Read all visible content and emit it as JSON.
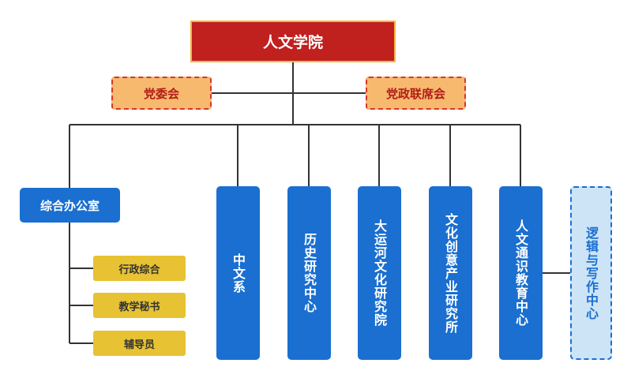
{
  "org": {
    "root": "人文学院",
    "councils": [
      "党委会",
      "党政联席会"
    ],
    "office": {
      "label": "综合办公室",
      "subunits": [
        "行政综合",
        "教学秘书",
        "辅导员"
      ]
    },
    "departments": [
      "中文系",
      "历史研究中心",
      "大运河文化研究院",
      "文化创意产业研究所",
      "人文通识教育中心",
      "逻辑与写作中心"
    ]
  },
  "colors": {
    "root_fill": "#c0201e",
    "root_border": "#f2b642",
    "council_fill": "#f7b96e",
    "council_border": "#d9352d",
    "unit_fill": "#1a6fd0",
    "subunit_fill": "#e7c232",
    "dashed_unit_fill": "#cde4f7",
    "connector": "#333333"
  }
}
